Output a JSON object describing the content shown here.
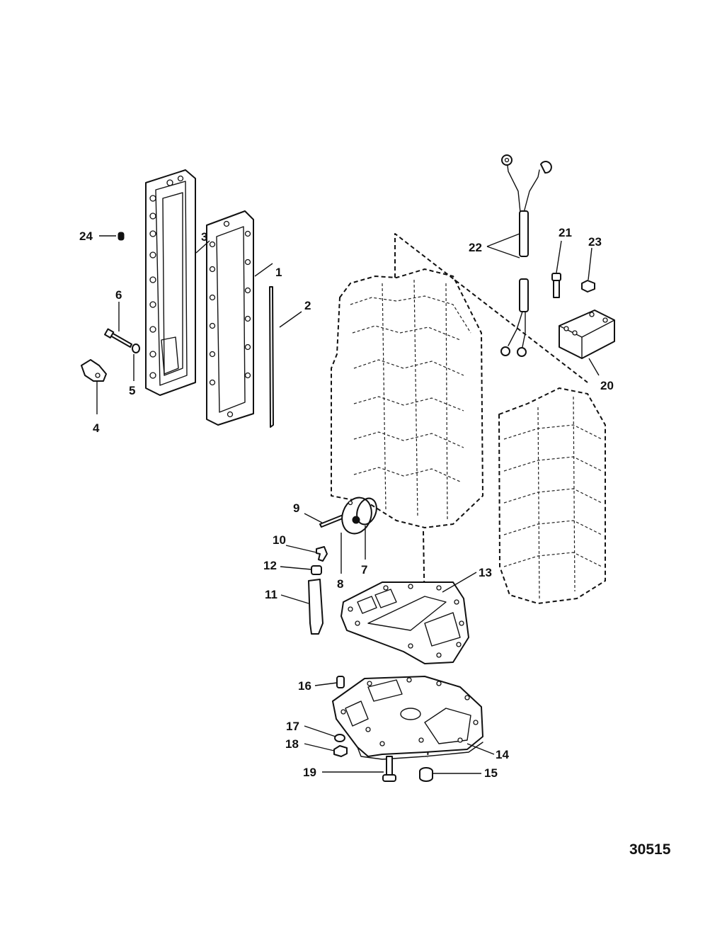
{
  "figure_number": "30515",
  "callouts": {
    "c1": "1",
    "c2": "2",
    "c3": "3",
    "c4": "4",
    "c5": "5",
    "c6": "6",
    "c7": "7",
    "c8": "8",
    "c9": "9",
    "c10": "10",
    "c11": "11",
    "c12": "12",
    "c13": "13",
    "c14": "14",
    "c15": "15",
    "c16": "16",
    "c17": "17",
    "c18": "18",
    "c19": "19",
    "c20": "20",
    "c21": "21",
    "c22": "22",
    "c23": "23",
    "c24": "24"
  }
}
